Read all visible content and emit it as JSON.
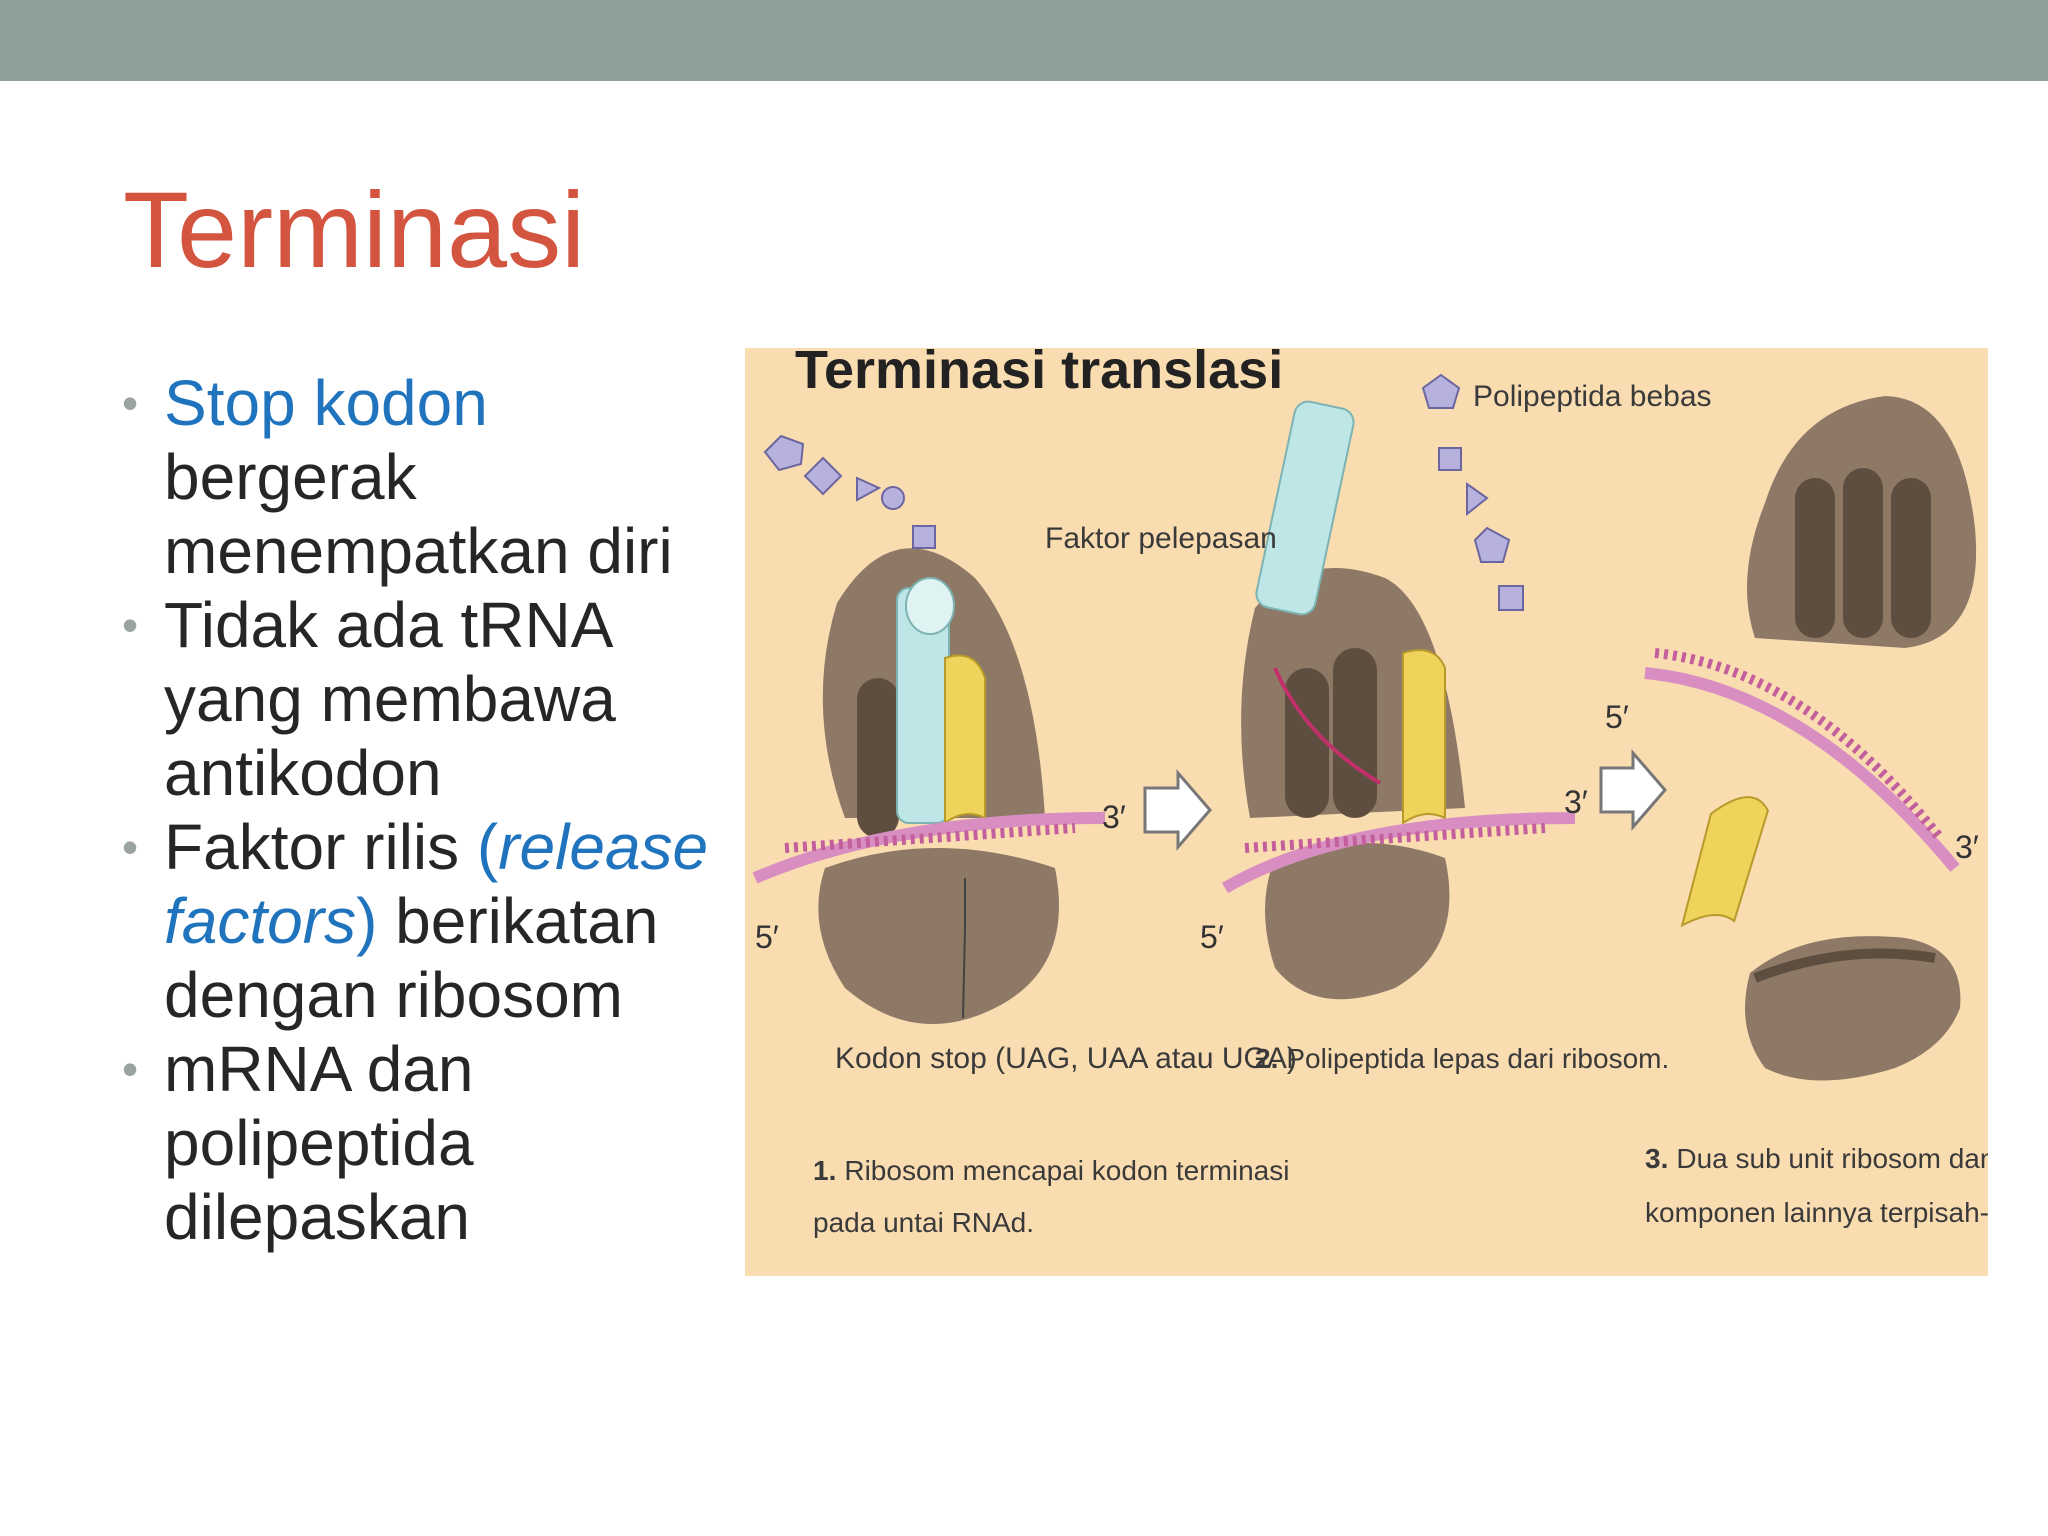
{
  "slide": {
    "title": "Terminasi"
  },
  "bullets": [
    {
      "highlight": "Stop kodon",
      "text": " bergerak menempatkan diri"
    },
    {
      "text": "Tidak ada tRNA yang membawa antikodon"
    },
    {
      "pre": "Faktor rilis ",
      "paren_open": "(",
      "italic": "release factors",
      "paren_close": ")",
      "post": " berikatan dengan ribosom"
    },
    {
      "text": "mRNA dan polipeptida dilepaskan"
    }
  ],
  "bullet_glyph": "•",
  "figure": {
    "title": "Terminasi translasi",
    "label_faktor": "Faktor pelepasan",
    "label_polipeptida": "Polipeptida bebas",
    "label_kodon_stop": "Kodon stop (UAG, UAA atau UGA)",
    "step1_num": "1.",
    "step1_line1": "Ribosom mencapai kodon terminasi",
    "step1_line2": "pada untai RNAd.",
    "step2_num": "2.",
    "step2_text": "Polipeptida lepas dari ribosom.",
    "step3_num": "3.",
    "step3_line1": "Dua sub unit ribosom dan",
    "step3_line2": "komponen lainnya terpisah-pisah.",
    "end5": "5′",
    "end3": "3′",
    "colors": {
      "background": "#f9dcb0",
      "ribosome": "#8d7966",
      "ribosome_dark": "#5e4e40",
      "trna": "#bfe6e6",
      "release_factor": "#f0d35a",
      "mrna": "#d98ec2",
      "polypeptide": "#b7b2dd"
    }
  }
}
